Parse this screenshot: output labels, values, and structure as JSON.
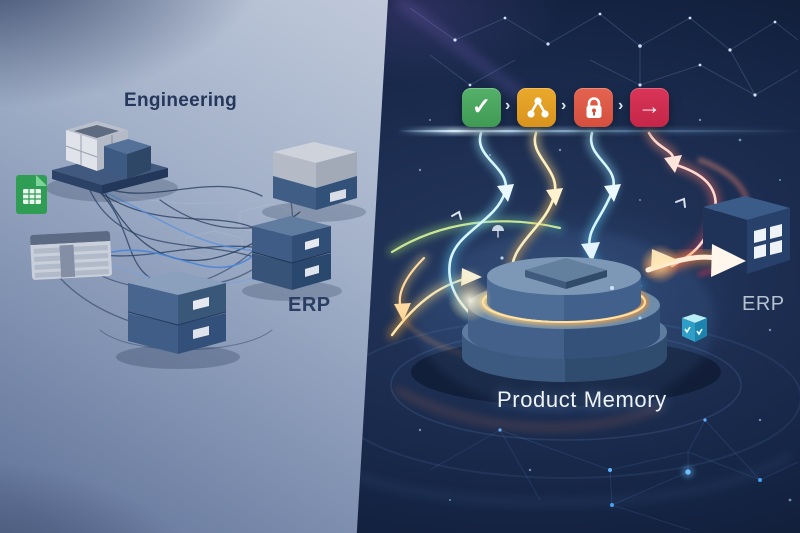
{
  "left_panel": {
    "title": "Engineering",
    "erp_label": "ERP",
    "background": {
      "top": "#ced5e2",
      "bottom": "#65779c",
      "dark_corner": "#28385c"
    },
    "items": [
      {
        "name": "open-crate-icon"
      },
      {
        "name": "blue-cube-icon"
      },
      {
        "name": "sheets-file-icon",
        "color": "#2f9e54"
      },
      {
        "name": "spreadsheet-table-icon"
      },
      {
        "name": "server-stack-icon"
      },
      {
        "name": "server-two-drawer-icon"
      },
      {
        "name": "server-two-drawer-large-icon"
      }
    ],
    "wire_colors": [
      "#2b4062",
      "#4a85d8",
      "#a5b4ce"
    ]
  },
  "right_panel": {
    "background": {
      "top": "#1b2c4f",
      "bottom": "#0f1a31"
    },
    "pipeline": {
      "separator_glyph": "›",
      "steps": [
        {
          "icon": "check-icon",
          "glyph": "✓",
          "color": "#4aa55e"
        },
        {
          "icon": "share-nodes-icon",
          "glyph": "",
          "color": "#e2a226"
        },
        {
          "icon": "lock-icon",
          "glyph": "",
          "color": "#dd5a46"
        },
        {
          "icon": "arrow-right-icon",
          "glyph": "→",
          "color": "#d02d4f"
        }
      ]
    },
    "platform_label": "Product Memory",
    "erp_label": "ERP",
    "flow_colors": {
      "cyan": "#6fe0ff",
      "yellow": "#ffc94f",
      "orange": "#ff9b3e",
      "red": "#ff5f55",
      "green": "#b8e96e"
    }
  }
}
